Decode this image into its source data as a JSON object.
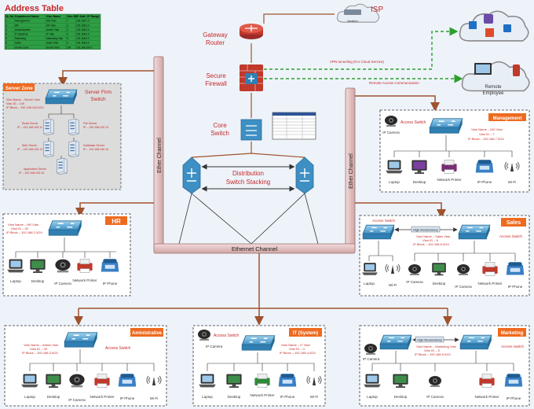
{
  "address_table": {
    "title": "Address Table",
    "headers": [
      "SL No",
      "Department Name",
      "Vlan Name",
      "Vlan ID",
      "IP Add / IP Range"
    ],
    "rows": [
      [
        "1",
        "Management",
        "MG Vlan",
        "7",
        "192.168.7.0"
      ],
      [
        "2",
        "HR",
        "HR Vlan",
        "2",
        "192.168.2.0"
      ],
      [
        "3",
        "Administrative",
        "Admin Vlan",
        "3",
        "192.168.3.0"
      ],
      [
        "4",
        "IT (System)",
        "IT Vlan",
        "4",
        "192.168.4.0"
      ],
      [
        "5",
        "Marketing",
        "Marketing Vlan",
        "5",
        "192.168.5.0"
      ],
      [
        "6",
        "Sales",
        "Sales Vlan",
        "6",
        "192.168.6.0"
      ],
      [
        "7",
        "Server Zone",
        "Server Vlan",
        "100",
        "192.168.100.0"
      ]
    ]
  },
  "core": {
    "isp": "ISP",
    "modem": "Modem",
    "gateway_router": [
      "Gateway",
      "Router"
    ],
    "secure_firewall": [
      "Secure",
      "Firewall"
    ],
    "core_switch": [
      "Core",
      "Switch"
    ],
    "distribution": [
      "Distribution",
      "Switch Stacking"
    ],
    "vpn_label": "VPN tunneling (For Cloud Service)",
    "remote_access_label": "Remote Access Communication",
    "remote_employee": [
      "Remote",
      "Employee"
    ]
  },
  "channels": {
    "left": "Ether Channel",
    "right": "Ether Channel",
    "bottom": "Ethernet Channel"
  },
  "server_zone": {
    "title": "Server Zone",
    "switch_label": [
      "Server Firm",
      "Switch"
    ],
    "vlan": [
      "Vlan Name – Server Vlan",
      "Vlan ID – 100",
      "IP Block – 192.168.100.0/24"
    ],
    "servers": [
      [
        "Email Server",
        "IP – 192.168.100.11"
      ],
      [
        "File Server",
        "IP – 192.168.100.12"
      ],
      [
        "Web Server",
        "IP – 192.168.100.13"
      ],
      [
        "Database Server",
        "IP – 192.168.100.14"
      ],
      [
        "Application Server",
        "IP – 192.168.100.15"
      ]
    ]
  },
  "management": {
    "title": "Management",
    "switch_label": "Access Switch",
    "vlan": [
      "Vlan Name – MG Vlan",
      "Vlan ID – 7",
      "IP Block – 192.168.7.0/24"
    ],
    "devices": [
      "IP Camera",
      "Laptop",
      "Desktop",
      "Network Printer",
      "IP Phone",
      "Wi-Fi"
    ]
  },
  "hr": {
    "title": "HR",
    "vlan": [
      "Vlan Name – HR Vlan",
      "Vlan ID – 02",
      "IP Block – 192.168.2.0/24"
    ],
    "devices": [
      "Laptop",
      "Desktop",
      "IP Camera",
      "Network Printer",
      "IP Phone"
    ]
  },
  "sales": {
    "title": "Sales",
    "switch_label_left": "Access Switch",
    "switch_label_right": "Access Switch",
    "high_redundancy": "High Redundancy",
    "vlan": [
      "Vlan Name – Sales Vlan",
      "Vlan ID – 6",
      "IP Block – 192.168.6.0/24"
    ],
    "devices": [
      "Laptop",
      "Wi-Fi",
      "IP Camera",
      "Desktop",
      "IP Camera",
      "Network Printer",
      "IP Phone"
    ]
  },
  "admin": {
    "title": "Aministrative",
    "switch_label": "Access Switch",
    "vlan": [
      "Vlan Name – Admin Vlan",
      "Vlan ID – 03",
      "IP Block – 192.168.3.0/24"
    ],
    "devices": [
      "Laptop",
      "Desktop",
      "IP Camera",
      "Network Printer",
      "IP Phone",
      "Wi-Fi"
    ]
  },
  "it": {
    "title": "IT (System)",
    "switch_label": "Access Switch",
    "camera_label": "IP Camera",
    "vlan": [
      "Vlan Name – IT Vlan",
      "Vlan ID – 4",
      "IP Block – 192.168.4.0/24"
    ],
    "devices": [
      "Laptop",
      "Desktop",
      "Network Printer",
      "IP Phone",
      "Wi-Fi"
    ]
  },
  "marketing": {
    "title": "Marketing",
    "switch_label": "Access Switch",
    "high_redundancy": "High Redundancy",
    "camera_label": "IP Camera",
    "vlan": [
      "Vlan Name – Marketing Vlan",
      "Vlan ID – 5",
      "IP Block – 192.168.5.0/24"
    ],
    "devices": [
      "Laptop",
      "Desktop",
      "IP Camera",
      "Network Printer",
      "IP Phone"
    ]
  },
  "colors": {
    "title_red": "#c62828",
    "tab_orange": "#ee6a1f",
    "pipe": "#e7c3c3",
    "pipe_stroke": "#9a7070",
    "link_brown": "#a0522d",
    "vpn_green": "#2ca02c",
    "table_green": "#2e9e44"
  }
}
